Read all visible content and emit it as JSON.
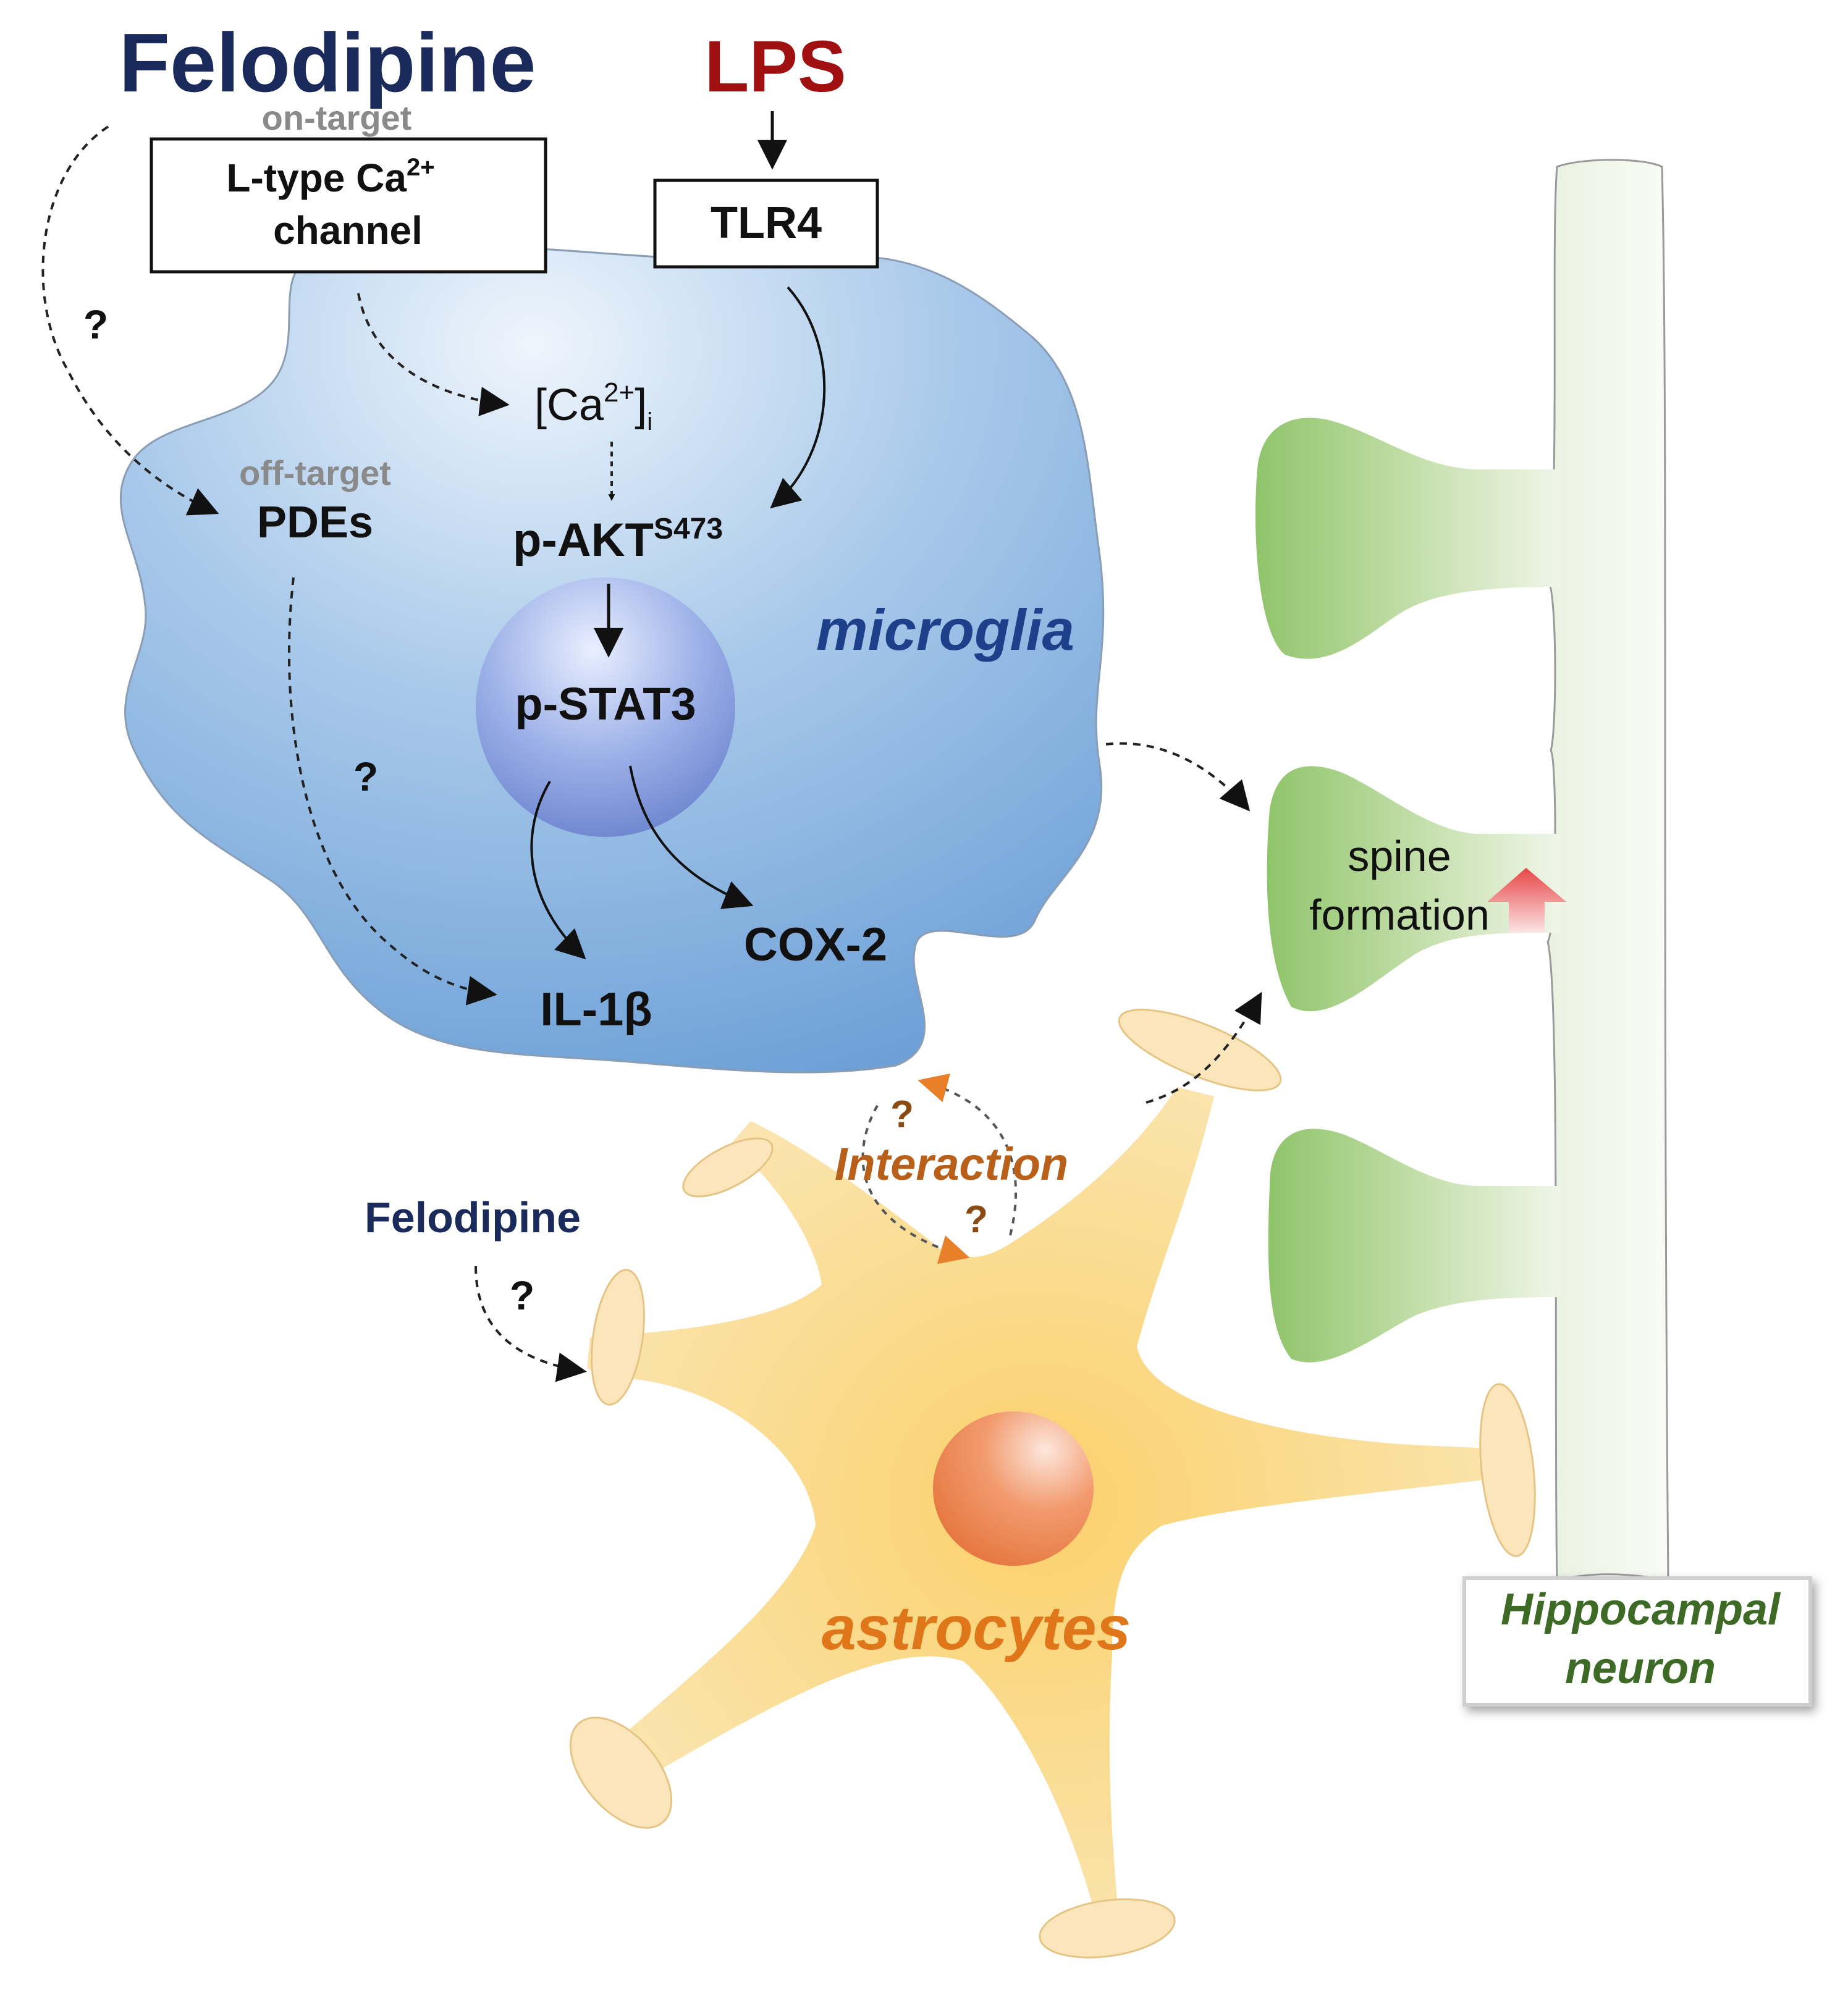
{
  "drug": {
    "title": "Felodipine",
    "on_target": "on-target",
    "off_target": "off-target"
  },
  "stimulus": "LPS",
  "boxes": {
    "ltype_line1": "L-type Ca",
    "ltype_sup": "2+",
    "ltype_line2": "channel",
    "tlr4": "TLR4"
  },
  "nodes": {
    "ca_open": "[Ca",
    "ca_sup": "2+",
    "ca_close": "]",
    "ca_sub": "i",
    "pdes": "PDEs",
    "pakt": "p-AKT",
    "pakt_sup": "S473",
    "pstat3": "p-STAT3",
    "il1b": "IL-1β",
    "cox2": "COX-2"
  },
  "cells": {
    "microglia": "microglia",
    "astrocytes": "astrocytes",
    "neuron_line1": "Hippocampal",
    "neuron_line2": "neuron"
  },
  "spine": {
    "line1": "spine",
    "line2": "formation"
  },
  "interaction": {
    "label": "Interaction",
    "q": "?"
  },
  "felodipine_small": "Felodipine",
  "question": "?",
  "colors": {
    "felodipine": "#1a2a5a",
    "lps": "#a01010",
    "microglia_fill": "#6fa3d6",
    "microglia_text": "#1e3f8a",
    "astrocyte_fill": "#f9dc8e",
    "astrocyte_text": "#e0761a",
    "interaction_text": "#b8601a",
    "interaction_arrow": "#e8802a",
    "nucleus": "#e97c45",
    "neuron_fill": "#8fc46c",
    "neuron_text": "#3d6b26",
    "arrow_up": "#e54a4a"
  }
}
